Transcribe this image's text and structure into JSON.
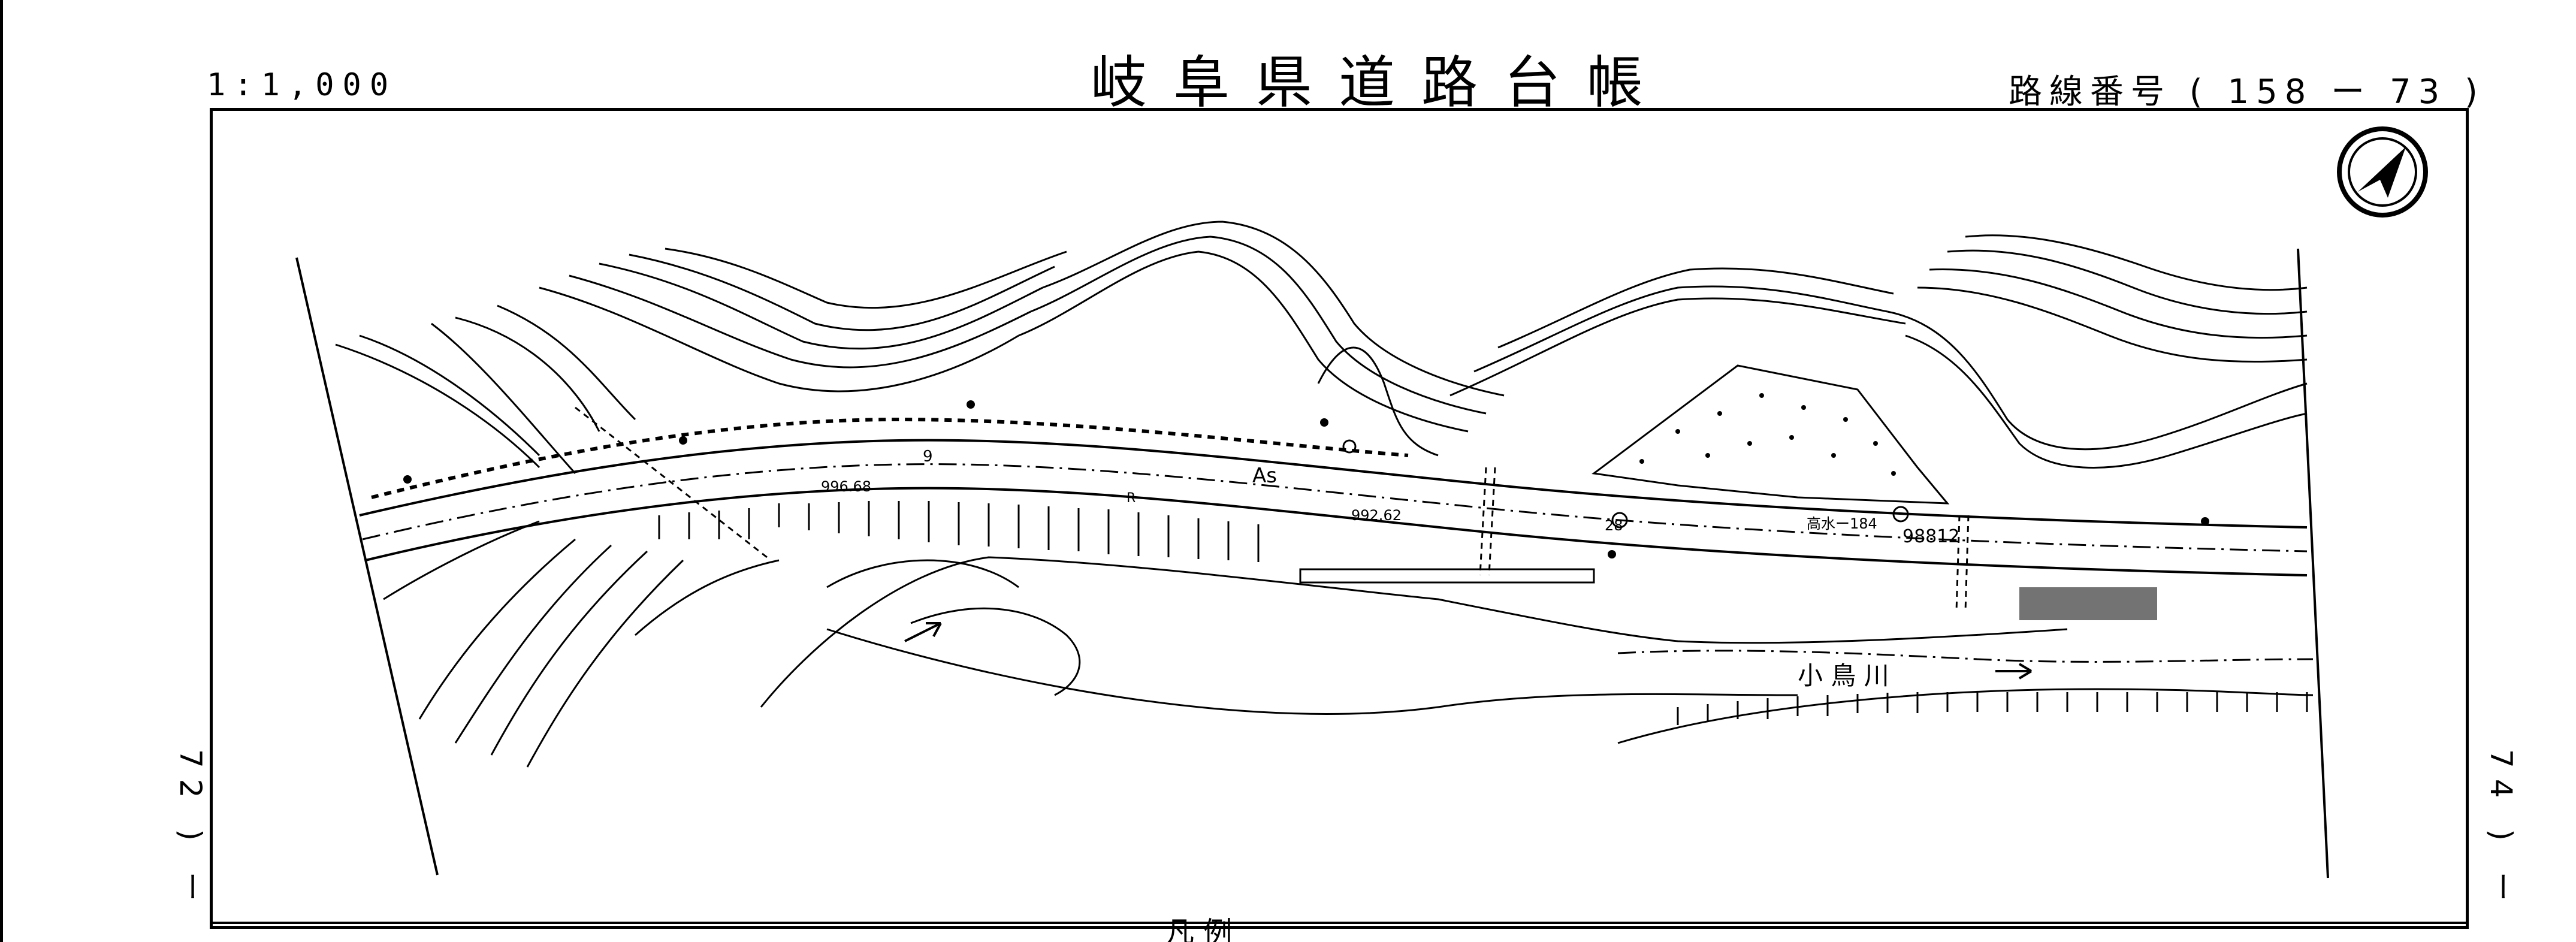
{
  "header": {
    "scale": "1:1,000",
    "title": "岐阜県道路台帳",
    "route_number": "路線番号 ( 158 ー 73 )"
  },
  "side": {
    "left_sheet": "72 ) ー",
    "right_sheet": "74 ) ー"
  },
  "map": {
    "pavement": "As",
    "elevation_left": "996.68",
    "elevation_mid": "992.62",
    "elevation_right": "98812",
    "water_pipe": "高水ー184",
    "river_name": "小 鳥 川",
    "marker_28": "28",
    "symbol_r": "R",
    "symbol_9": "9",
    "north_icon": "north-arrow-icon"
  },
  "footer": {
    "partial_text": "凡 例"
  }
}
